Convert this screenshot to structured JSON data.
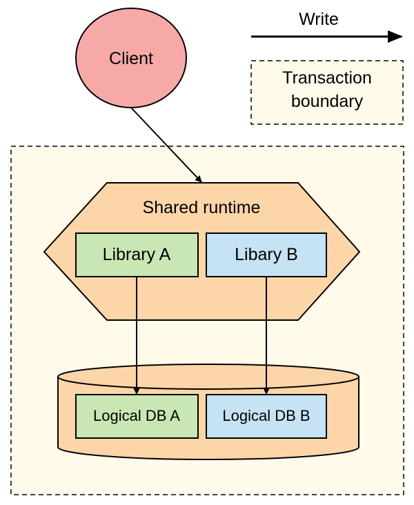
{
  "legend": {
    "write_label": "Write",
    "transaction_label_line1": "Transaction",
    "transaction_label_line2": "boundary"
  },
  "nodes": {
    "client": "Client",
    "shared_runtime": "Shared runtime",
    "library_a": "Library A",
    "library_b": "Libary B",
    "logical_db_a": "Logical DB A",
    "logical_db_b": "Logical DB B"
  },
  "colors": {
    "client_fill": "#f7a9a8",
    "runtime_fill": "#fcd5a8",
    "library_a_fill": "#c9e7b4",
    "library_b_fill": "#c6e2f5",
    "boundary_fill": "#fffaea",
    "stroke": "#000000"
  }
}
